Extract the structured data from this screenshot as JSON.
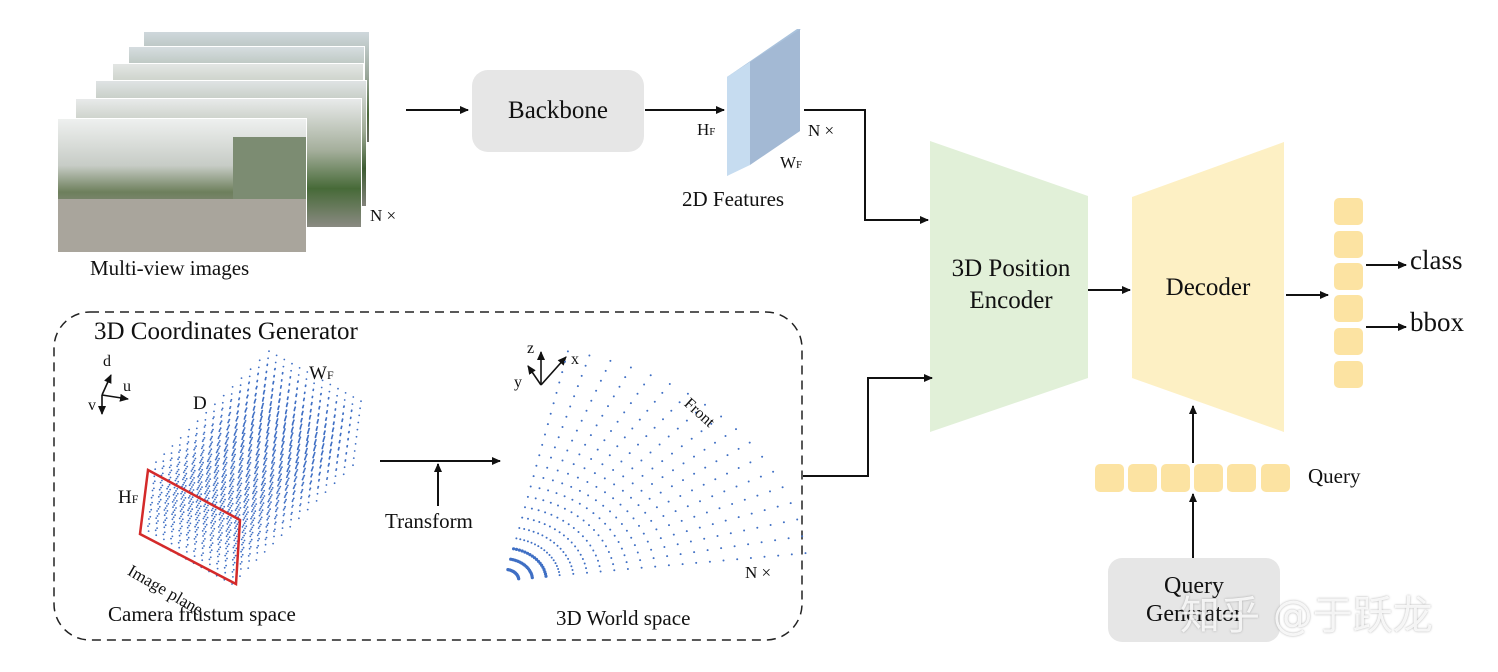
{
  "multiview": {
    "caption": "Multi-view images",
    "n_times": "N ×"
  },
  "backbone": {
    "label": "Backbone"
  },
  "features": {
    "caption": "2D Features",
    "h": "H",
    "h_sub": "F",
    "w": "W",
    "w_sub": "F",
    "n_times": "N ×"
  },
  "pe": {
    "line1": "3D Position",
    "line2": "Encoder"
  },
  "decoder": {
    "label": "Decoder"
  },
  "outputs": {
    "class": "class",
    "bbox": "bbox"
  },
  "query": {
    "label": "Query",
    "generator_line1": "Query",
    "generator_line2": "Generator"
  },
  "generator": {
    "title": "3D Coordinates Generator",
    "frustum": {
      "caption": "Camera frustum space",
      "axis_d": "d",
      "axis_u": "u",
      "axis_v": "v",
      "label_D": "D",
      "label_W": "W",
      "label_W_sub": "F",
      "label_H": "H",
      "label_H_sub": "F",
      "image_plane": "Image plane"
    },
    "transform": "Transform",
    "world": {
      "caption": "3D World space",
      "axis_z": "z",
      "axis_x": "x",
      "axis_y": "y",
      "front": "Front",
      "n_times": "N ×"
    }
  },
  "watermark": "知乎 @于跃龙",
  "colors": {
    "pe_fill": "#e1f0d8",
    "decoder_fill": "#fdf0c4",
    "cell_fill": "#fce3a2",
    "grey_box": "#e6e6e6",
    "feature_front": "#bcd5ec",
    "feature_side": "#a3b9d4",
    "frustum_dots": "#3f6fc4",
    "image_plane": "#d42a2a"
  }
}
